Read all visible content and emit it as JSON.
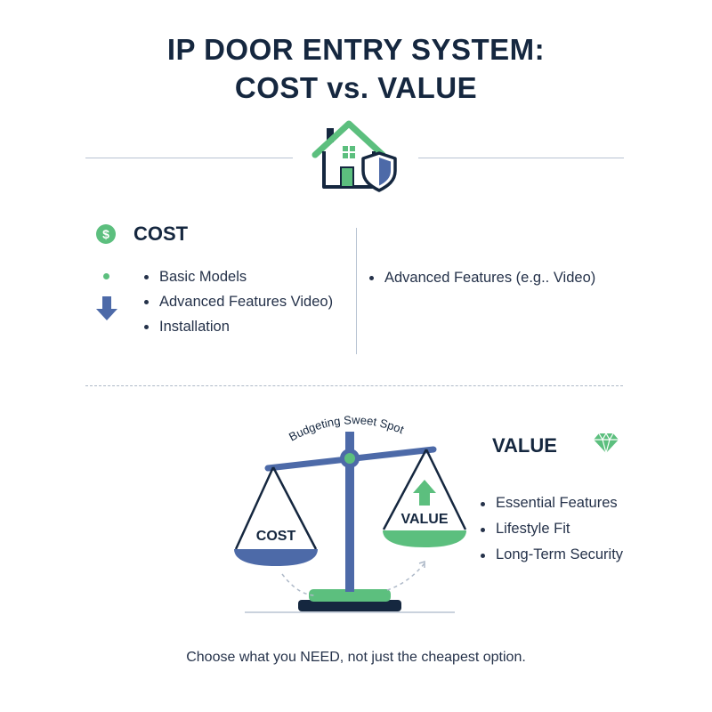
{
  "title": {
    "line1": "IP DOOR ENTRY SYSTEM:",
    "line2": "COST vs. VALUE"
  },
  "cost": {
    "heading": "COST",
    "icon": "dollar-circle-icon",
    "items": [
      "Basic Models",
      "Advanced Features Video)",
      "Installation"
    ]
  },
  "advanced": {
    "items": [
      "Advanced Features (e.g.. Video)"
    ]
  },
  "scale": {
    "arc_label": "Budgeting Sweet Spot",
    "left_pan_label": "COST",
    "right_pan_label": "VALUE"
  },
  "value": {
    "heading": "VALUE",
    "icon": "diamond-icon",
    "items": [
      "Essential Features",
      "Lifestyle Fit",
      "Long-Term Security"
    ]
  },
  "footer": "Choose what you NEED, not just the cheapest option.",
  "colors": {
    "navy": "#15273f",
    "blue": "#4d6aa8",
    "green": "#5cbf7e",
    "rule": "#b8c3d2"
  }
}
